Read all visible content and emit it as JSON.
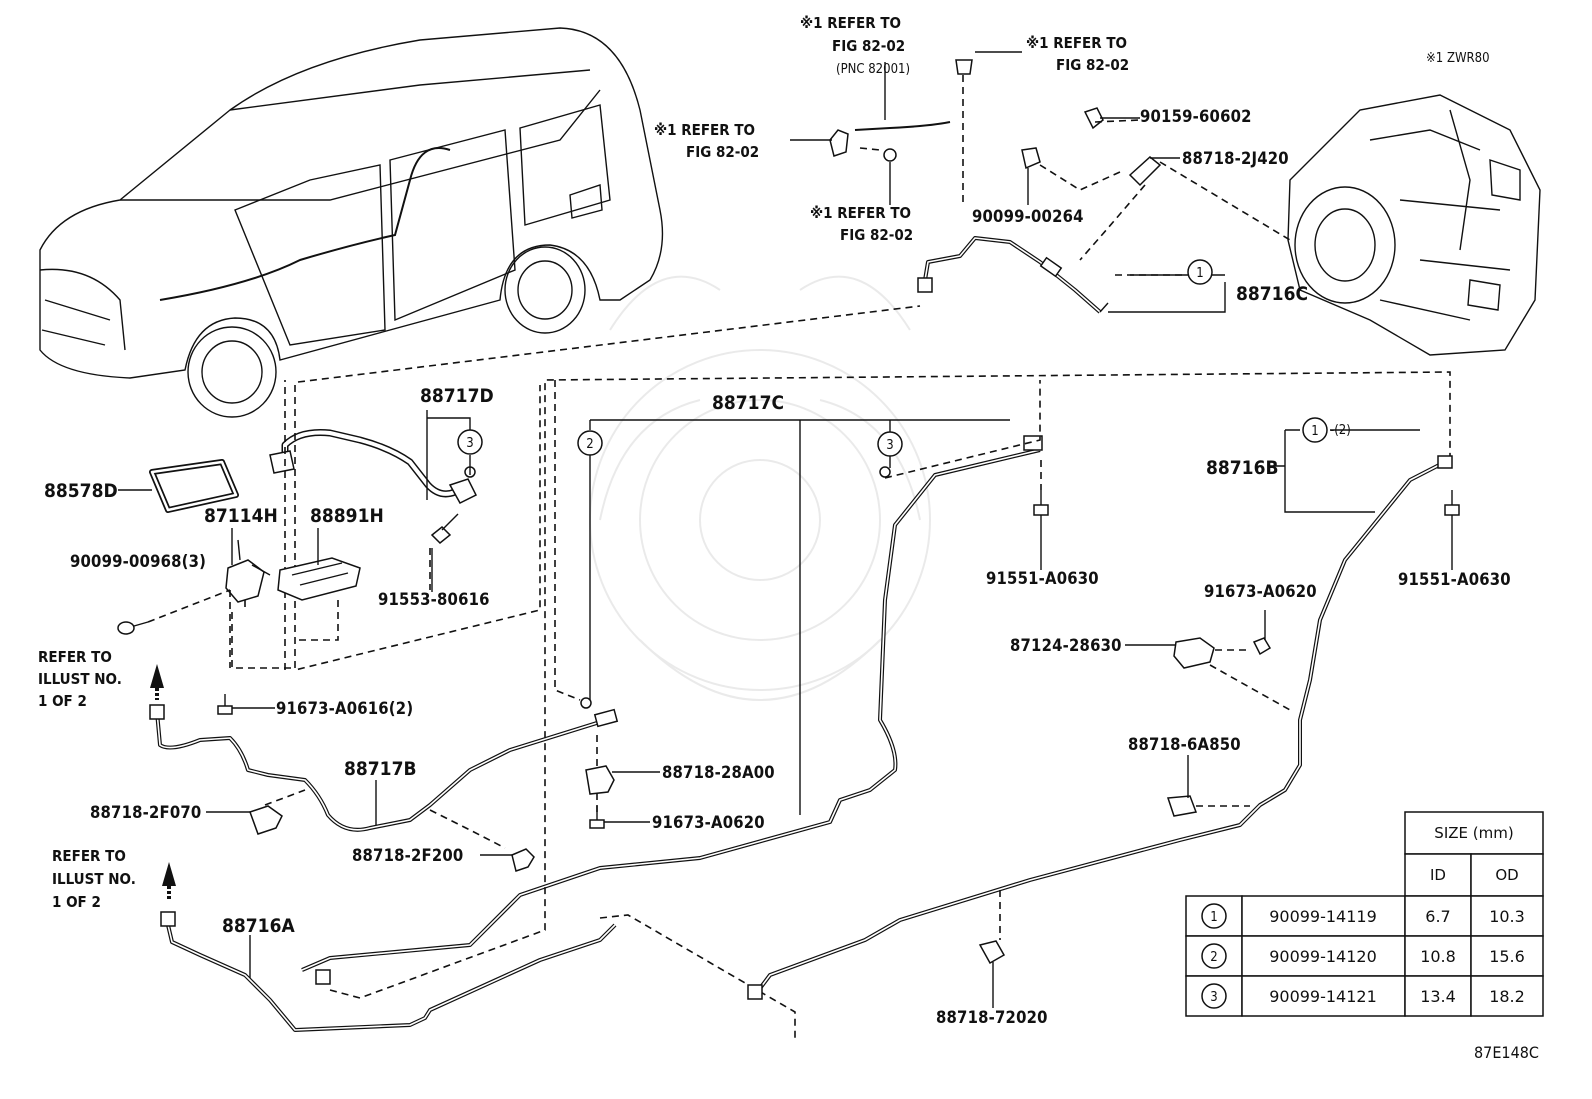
{
  "diagram": {
    "code": "87E148C",
    "model_note": "※1 ZWR80",
    "notes": {
      "refer_top": "※1 REFER TO",
      "refer_top_fig": "FIG 82-02",
      "refer_top_pnc": "(PNC 82001)",
      "refer_right": "※1 REFER TO",
      "refer_right_fig": "FIG 82-02",
      "refer_left": "※1 REFER TO",
      "refer_left_fig": "FIG 82-02",
      "refer_mid": "※1 REFER TO",
      "refer_mid_fig": "FIG 82-02",
      "illust1_l1": "REFER TO",
      "illust1_l2": "ILLUST NO.",
      "illust1_l3": "1 OF 2",
      "illust2_l1": "REFER TO",
      "illust2_l2": "ILLUST NO.",
      "illust2_l3": "1 OF 2"
    },
    "parts": {
      "p90159": "90159-60602",
      "p88718_2J420": "88718-2J420",
      "p90099_00264": "90099-00264",
      "p88716C": "88716C",
      "p88717D": "88717D",
      "p88717C": "88717C",
      "p88578D": "88578D",
      "p87114H": "87114H",
      "p88891H": "88891H",
      "p90099_00968": "90099-00968(3)",
      "p91553": "91553-80616",
      "p91551_a": "91551-A0630",
      "p91551_b": "91551-A0630",
      "p88716B": "88716B",
      "p91673_A0620_r": "91673-A0620",
      "p87124": "87124-28630",
      "p91673_A0616": "91673-A0616(2)",
      "p88717B": "88717B",
      "p88718_28A00": "88718-28A00",
      "p88718_6A850": "88718-6A850",
      "p88718_2F070": "88718-2F070",
      "p91673_A0620_m": "91673-A0620",
      "p88718_2F200": "88718-2F200",
      "p88716A": "88716A",
      "p88718_72020": "88718-72020",
      "clamp_note": "-(2)"
    },
    "callouts": {
      "c1": "1",
      "c2": "2",
      "c3": "3"
    },
    "size_table": {
      "header": "SIZE (mm)",
      "col_id": "ID",
      "col_od": "OD",
      "rows": [
        {
          "ref": "1",
          "part": "90099-14119",
          "id": "6.7",
          "od": "10.3"
        },
        {
          "ref": "2",
          "part": "90099-14120",
          "id": "10.8",
          "od": "15.6"
        },
        {
          "ref": "3",
          "part": "90099-14121",
          "id": "13.4",
          "od": "18.2"
        }
      ]
    }
  }
}
